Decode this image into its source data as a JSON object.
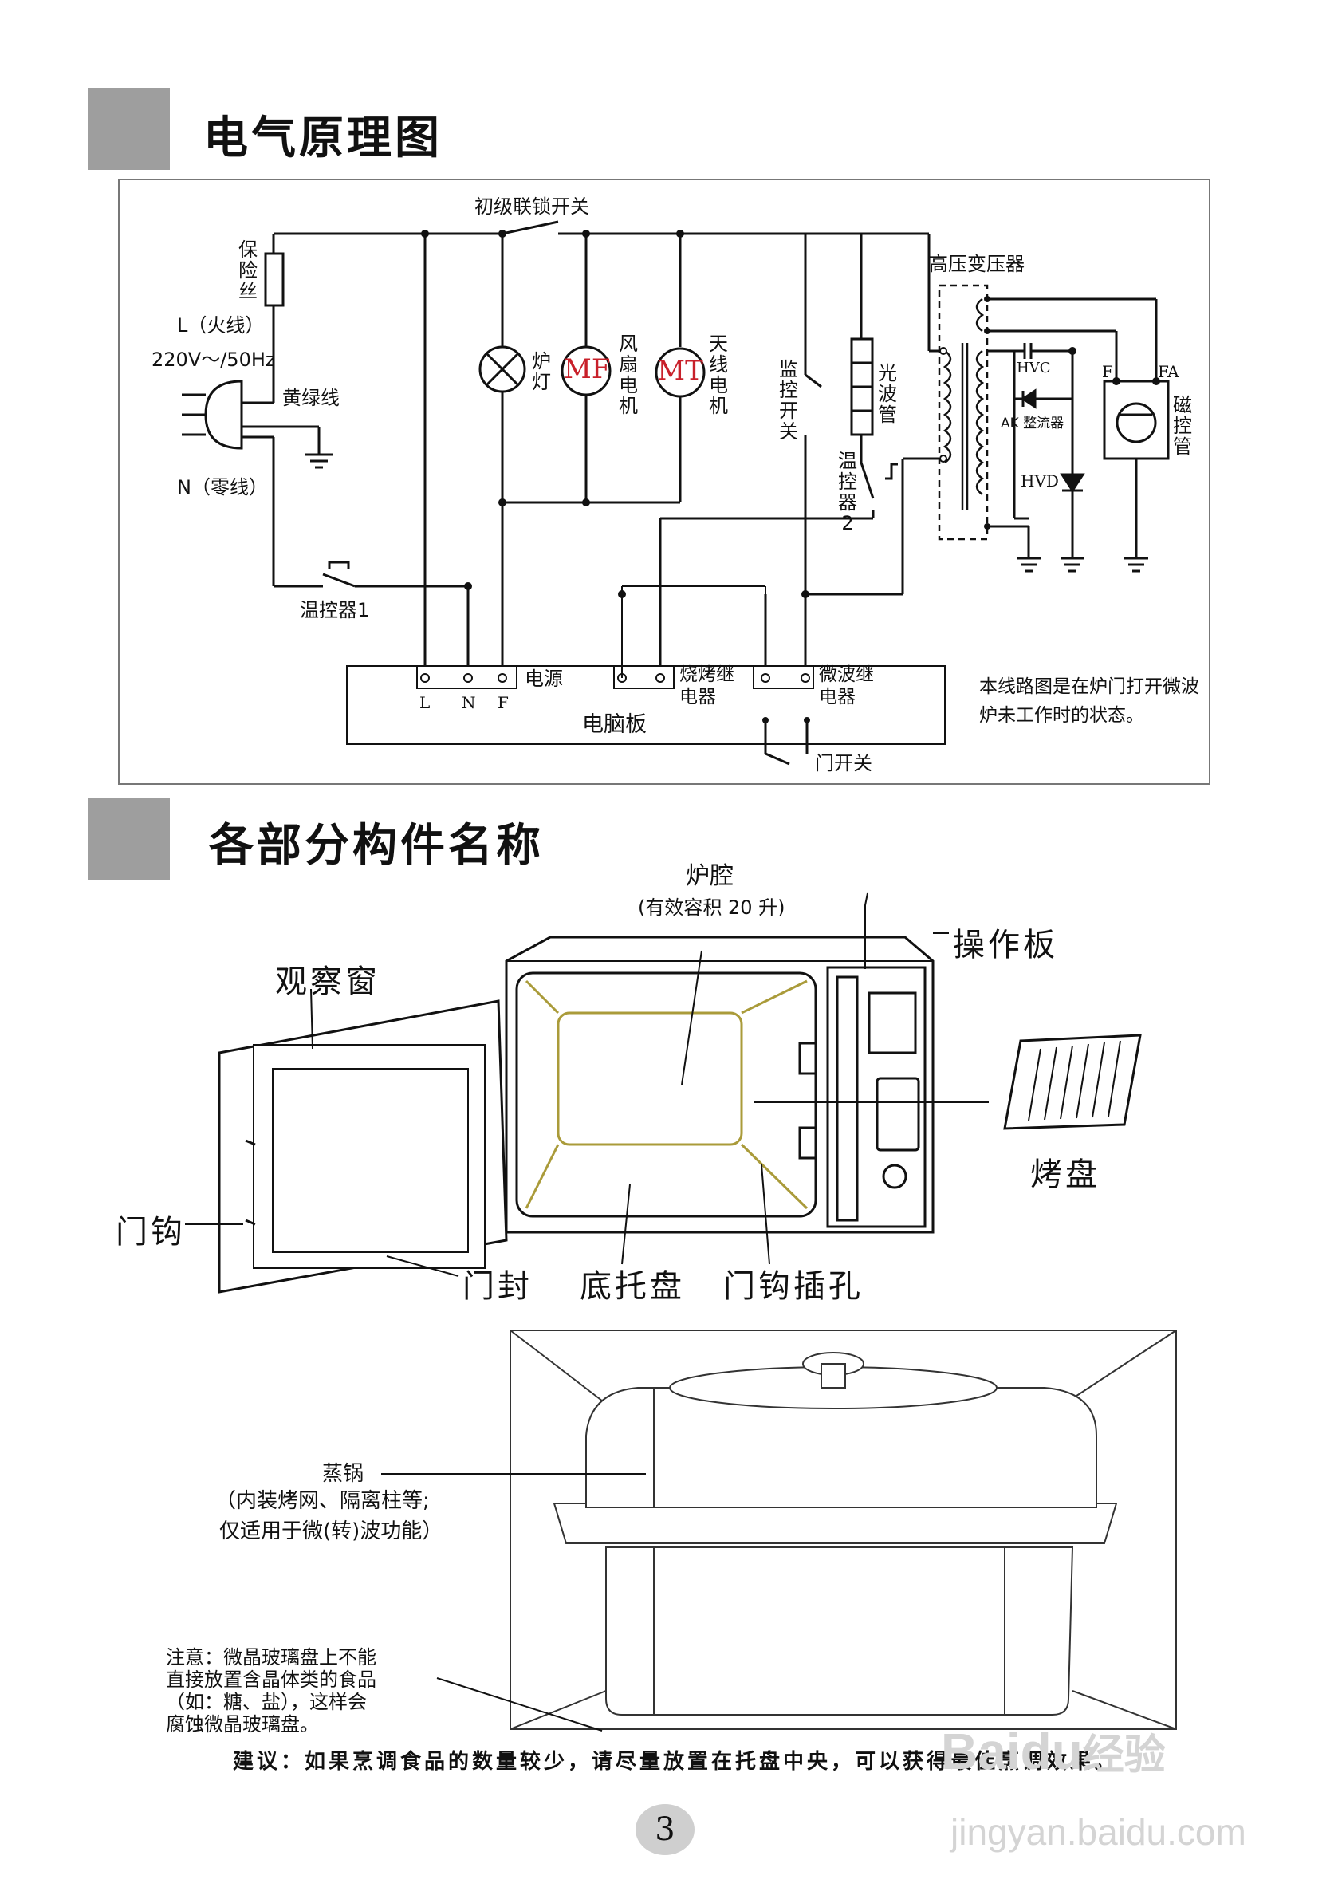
{
  "section1": {
    "title": "电气原理图"
  },
  "circuit": {
    "primary_interlock": "初级联锁开关",
    "fuse": "保险丝",
    "live": "L（火线）",
    "voltage": "220V～/50Hz",
    "ground_wire": "黄绿线",
    "neutral": "N（零线）",
    "thermostat1": "温控器1",
    "lamp": "炉灯",
    "mf": "MF",
    "fan_motor": "风扇电机",
    "mt": "MT",
    "antenna_motor": "天线电机",
    "monitor_switch": "监控开关",
    "light_tube": "光波管",
    "thermostat2": "温控器2",
    "hv_transformer": "高压变压器",
    "hvc": "HVC",
    "rectifier": "AK 整流器",
    "hvd": "HVD",
    "f": "F",
    "fa": "FA",
    "magnetron": "磁控管",
    "l": "L",
    "n": "N",
    "f_terminal": "F",
    "power": "电源",
    "grill_relay": "烧烤继电器",
    "mw_relay": "微波继电器",
    "board": "电脑板",
    "door_switch": "门开关",
    "note": "本线路图是在炉门打开微波炉未工作时的状态。"
  },
  "section2": {
    "title": "各部分构件名称"
  },
  "parts": {
    "cavity": "炉腔",
    "cavity_volume": "(有效容积 20 升)",
    "control_panel": "操作板",
    "window": "观察窗",
    "grill_tray": "烤盘",
    "door_hook": "门钩",
    "door_seal": "门封",
    "base_tray": "底托盘",
    "hook_hole": "门钩插孔"
  },
  "steamer": {
    "label": "蒸锅",
    "desc1": "（内装烤网、隔离柱等;",
    "desc2": "仅适用于微(转)波功能）",
    "note1": "注意：微晶玻璃盘上不能",
    "note2": "直接放置含晶体类的食品",
    "note3": "（如：糖、盐），这样会",
    "note4": "腐蚀微晶玻璃盘。"
  },
  "advice": "建议：如果烹调食品的数量较少，请尽量放置在托盘中央，可以获得最佳烹调效果。",
  "page_number": "3",
  "watermark": {
    "brand": "Baidu",
    "cn": "经验",
    "url": "jingyan.baidu.com"
  }
}
